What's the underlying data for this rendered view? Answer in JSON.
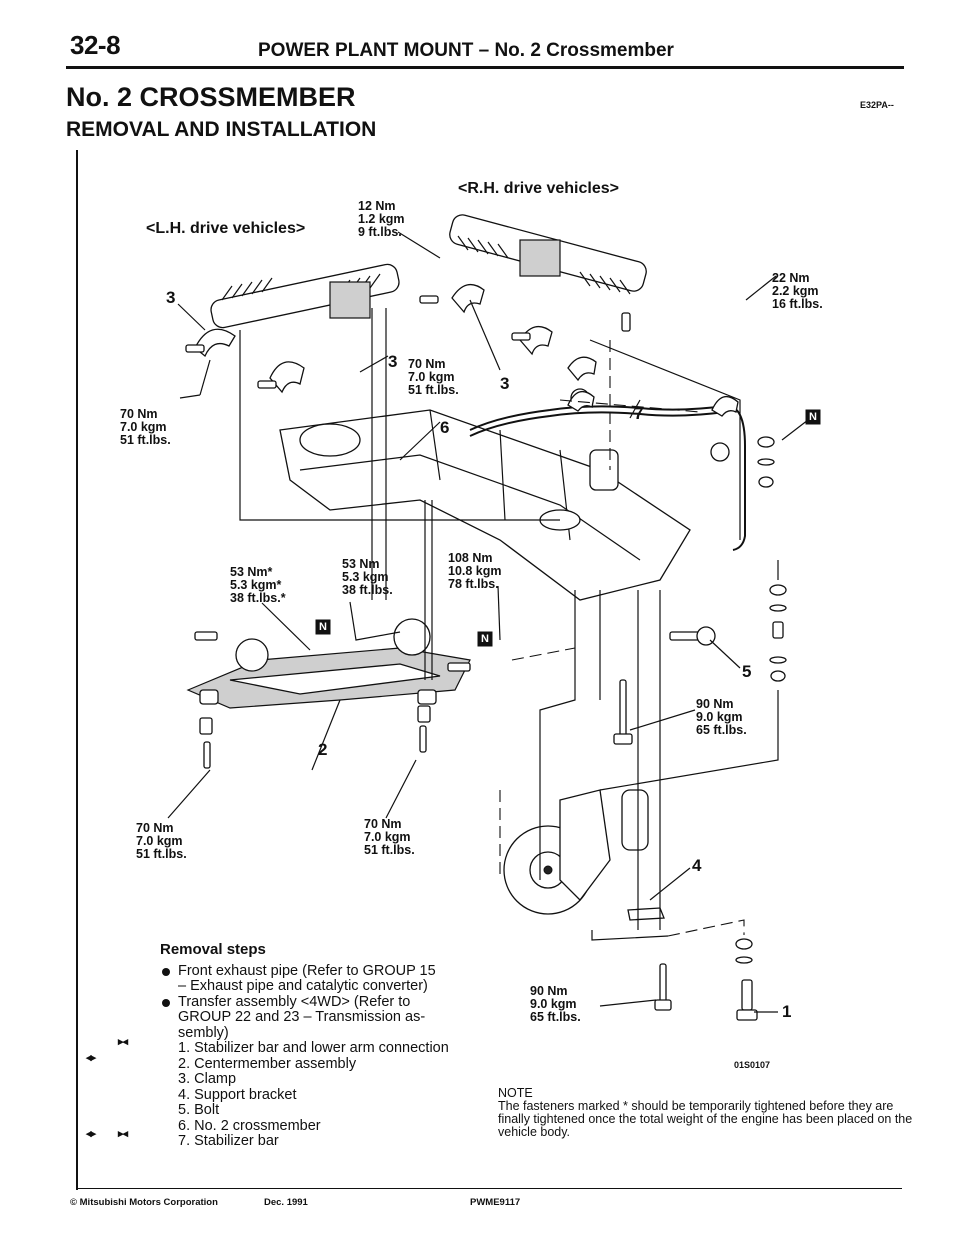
{
  "header": {
    "page_number": "32-8",
    "title": "POWER PLANT MOUNT – No. 2 Crossmember",
    "section_title": "No. 2 CROSSMEMBER",
    "section_code": "E32PA--",
    "subtitle": "REMOVAL AND INSTALLATION"
  },
  "figure": {
    "caption_lh": "<L.H. drive vehicles>",
    "caption_rh": "<R.H. drive vehicles>",
    "figure_code": "01S0107",
    "new_part_mark": "N",
    "torques": {
      "t12": [
        "12 Nm",
        "1.2 kgm",
        "9 ft.lbs."
      ],
      "t22": [
        "22 Nm",
        "2.2 kgm",
        "16 ft.lbs."
      ],
      "t70_left": [
        "70 Nm",
        "7.0 kgm",
        "51 ft.lbs."
      ],
      "t70_mid": [
        "70 Nm",
        "7.0 kgm",
        "51 ft.lbs."
      ],
      "t53_star": [
        "53 Nm*",
        "5.3 kgm*",
        "38 ft.lbs.*"
      ],
      "t53": [
        "53 Nm",
        "5.3 kgm",
        "38 ft.lbs."
      ],
      "t108": [
        "108 Nm",
        "10.8 kgm",
        "78 ft.lbs."
      ],
      "t90_upper": [
        "90 Nm",
        "9.0 kgm",
        "65 ft.lbs."
      ],
      "t70_bl": [
        "70 Nm",
        "7.0 kgm",
        "51 ft.lbs."
      ],
      "t70_bm": [
        "70 Nm",
        "7.0 kgm",
        "51 ft.lbs."
      ],
      "t90_lower": [
        "90 Nm",
        "9.0 kgm",
        "65 ft.lbs."
      ]
    },
    "callouts": {
      "c1": "1",
      "c2": "2",
      "c3a": "3",
      "c3b": "3",
      "c3c": "3",
      "c4": "4",
      "c5": "5",
      "c6": "6",
      "c7": "7"
    }
  },
  "removal": {
    "heading": "Removal steps",
    "bullets": [
      "Front exhaust pipe (Refer to GROUP 15",
      "– Exhaust pipe and catalytic converter)",
      "Transfer assembly <4WD> (Refer to",
      "GROUP 22 and 23 – Transmission as-",
      "sembly)"
    ],
    "steps": [
      "1. Stabilizer bar and lower arm connection",
      "2. Centermember assembly",
      "3. Clamp",
      "4. Support bracket",
      "5. Bolt",
      "6. No. 2 crossmember",
      "7. Stabilizer bar"
    ],
    "marks": {
      "installation": "▸◂",
      "removal": "◂▸"
    }
  },
  "note": {
    "title": "NOTE",
    "text": "The fasteners marked * should be temporarily tightened before they are finally tightened once the total weight of the engine has been placed on the vehicle body."
  },
  "footer": {
    "copyright": "© Mitsubishi Motors Corporation",
    "date": "Dec. 1991",
    "doc_code": "PWME9117"
  }
}
